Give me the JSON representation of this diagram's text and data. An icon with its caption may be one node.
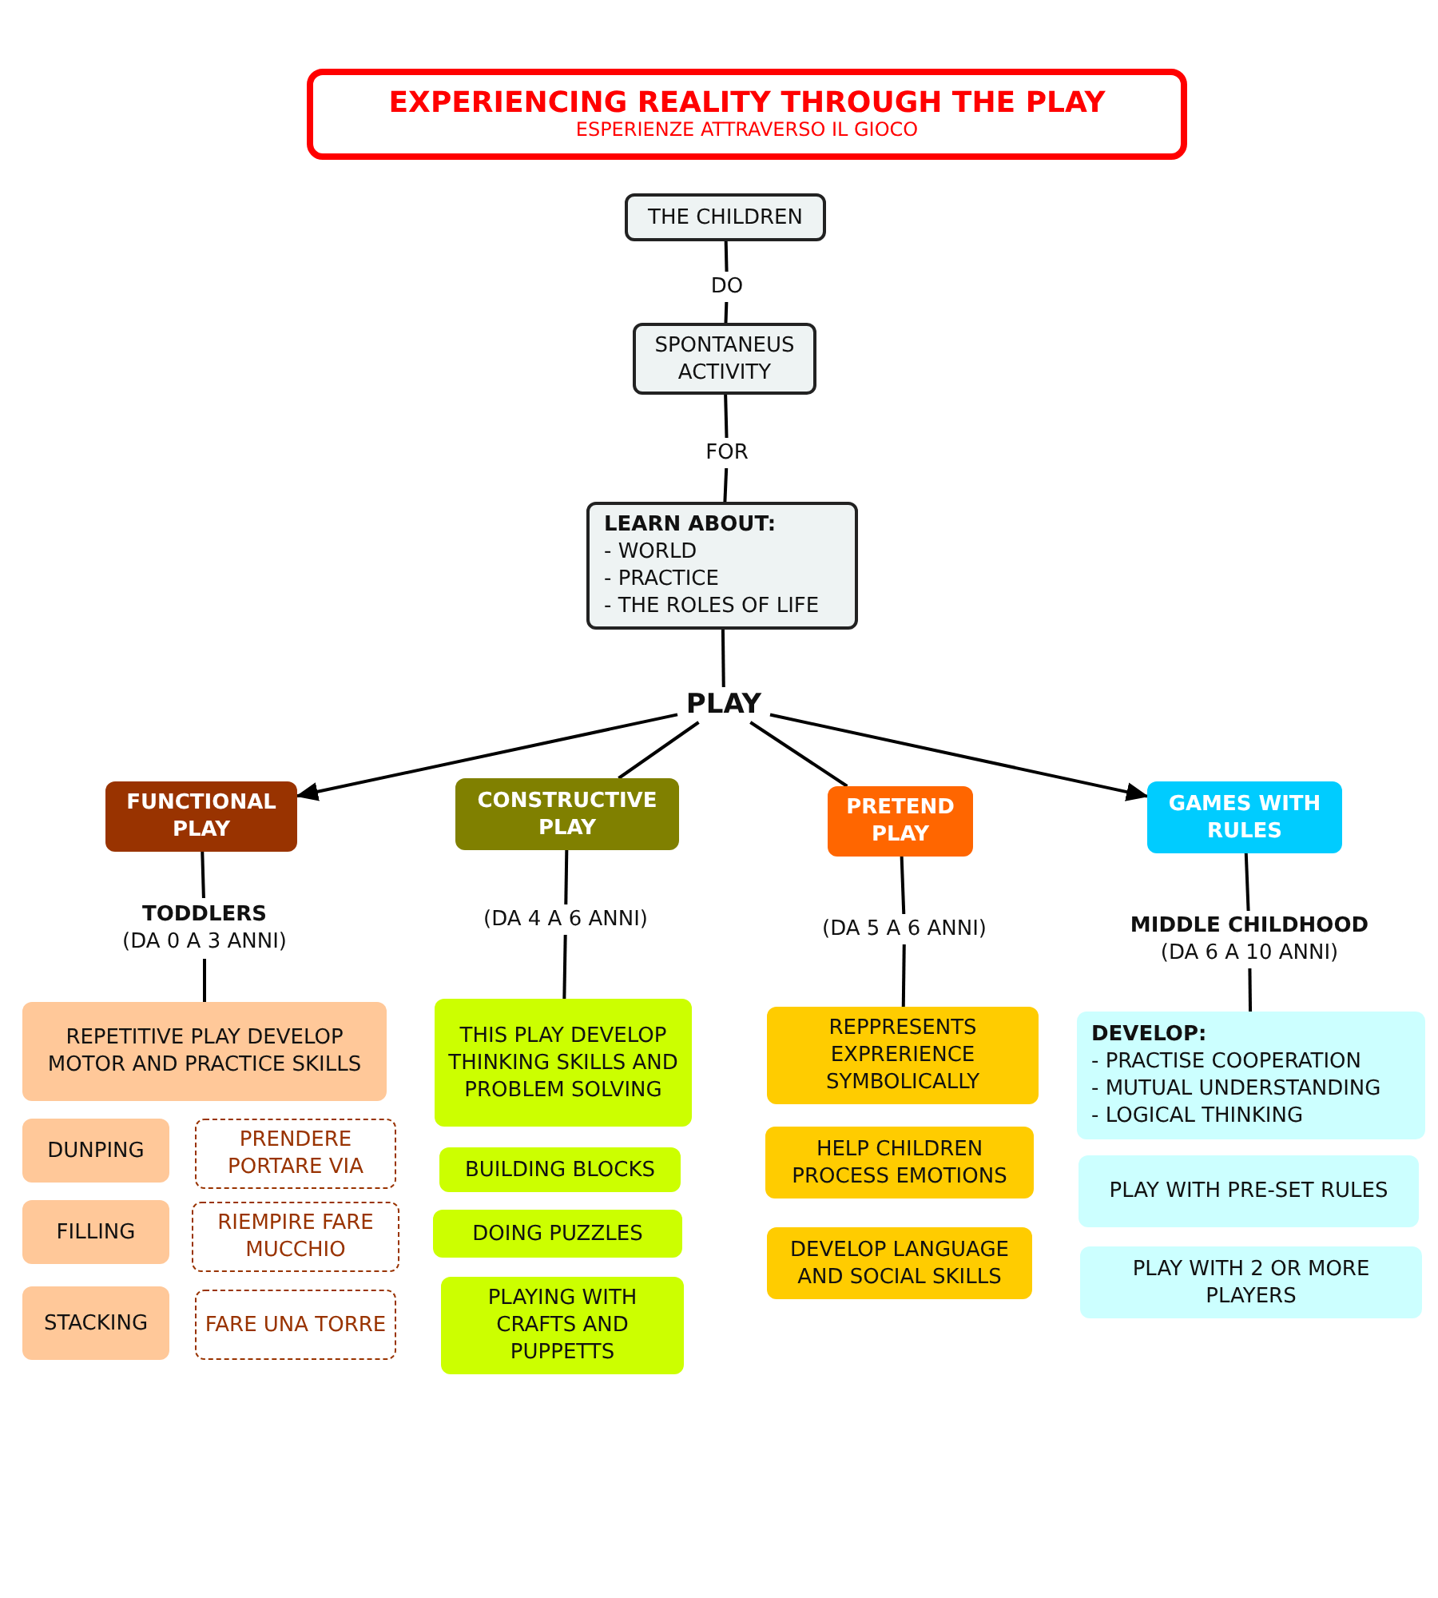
{
  "diagram": {
    "nodes": [
      {
        "text": [
          "EXPERIENCING REALITY THROUGH THE PLAY",
          "ESPERIENZE ATTRAVERSO IL GIOCO"
        ]
      },
      {
        "text": [
          "THE CHILDREN"
        ]
      },
      {
        "text": [
          "DO"
        ]
      },
      {
        "text": [
          "SPONTANEUS ACTIVITY"
        ]
      },
      {
        "text": [
          "FOR"
        ]
      },
      {
        "text": [
          "LEARN ABOUT:",
          "- WORLD",
          "- PRACTICE",
          "- THE ROLES OF LIFE"
        ]
      },
      {
        "text": [
          "PLAY"
        ]
      },
      {
        "text": [
          "FUNCTIONAL PLAY"
        ]
      },
      {
        "text": [
          "CONSTRUCTIVE PLAY"
        ]
      },
      {
        "text": [
          "PRETEND PLAY"
        ]
      },
      {
        "text": [
          "GAMES WITH RULES"
        ]
      },
      {
        "text": [
          "TODDLERS",
          "(DA 0 A 3 ANNI)"
        ]
      },
      {
        "text": [
          "(DA 4 A 6 ANNI)"
        ]
      },
      {
        "text": [
          "(DA 5 A 6 ANNI)"
        ]
      },
      {
        "text": [
          "MIDDLE CHILDHOOD",
          "(DA 6 A 10 ANNI)"
        ]
      },
      {
        "text": [
          "REPETITIVE PLAY DEVELOP MOTOR AND PRACTICE SKILLS"
        ]
      },
      {
        "text": [
          "DUNPING"
        ]
      },
      {
        "text": [
          "PRENDERE PORTARE VIA"
        ]
      },
      {
        "text": [
          "FILLING"
        ]
      },
      {
        "text": [
          "RIEMPIRE FARE MUCCHIO"
        ]
      },
      {
        "text": [
          "STACKING"
        ]
      },
      {
        "text": [
          "FARE UNA TORRE"
        ]
      },
      {
        "text": [
          "THIS PLAY DEVELOP THINKING SKILLS AND PROBLEM SOLVING"
        ]
      },
      {
        "text": [
          "BUILDING BLOCKS"
        ]
      },
      {
        "text": [
          "DOING PUZZLES"
        ]
      },
      {
        "text": [
          "PLAYING WITH CRAFTS AND PUPPETTS"
        ]
      },
      {
        "text": [
          "REPPRESENTS EXPRERIENCE SYMBOLICALLY"
        ]
      },
      {
        "text": [
          "HELP CHILDREN PROCESS EMOTIONS"
        ]
      },
      {
        "text": [
          "DEVELOP LANGUAGE AND SOCIAL SKILLS"
        ]
      },
      {
        "text": [
          "DEVELOP:",
          "- PRACTISE COOPERATION",
          "- MUTUAL UNDERSTANDING",
          "- LOGICAL THINKING"
        ]
      },
      {
        "text": [
          "PLAY WITH PRE-SET RULES"
        ]
      },
      {
        "text": [
          "PLAY WITH 2 OR MORE PLAYERS"
        ]
      }
    ],
    "edges": [
      {
        "from": 1,
        "to": 2,
        "arrow": "none"
      },
      {
        "from": 2,
        "to": 3,
        "arrow": "none"
      },
      {
        "from": 3,
        "to": 4,
        "arrow": "none"
      },
      {
        "from": 4,
        "to": 5,
        "arrow": "none"
      },
      {
        "from": 5,
        "to": 6,
        "arrow": "none"
      },
      {
        "from": 6,
        "to": 7,
        "arrow": "to"
      },
      {
        "from": 6,
        "to": 8,
        "arrow": "none"
      },
      {
        "from": 6,
        "to": 9,
        "arrow": "none"
      },
      {
        "from": 6,
        "to": 10,
        "arrow": "to"
      },
      {
        "from": 7,
        "to": 11,
        "arrow": "none"
      },
      {
        "from": 11,
        "to": 15,
        "arrow": "none"
      },
      {
        "from": 8,
        "to": 12,
        "arrow": "none"
      },
      {
        "from": 12,
        "to": 22,
        "arrow": "none"
      },
      {
        "from": 9,
        "to": 13,
        "arrow": "none"
      },
      {
        "from": 13,
        "to": 26,
        "arrow": "none"
      },
      {
        "from": 10,
        "to": 14,
        "arrow": "none"
      },
      {
        "from": 14,
        "to": 29,
        "arrow": "none"
      }
    ]
  }
}
